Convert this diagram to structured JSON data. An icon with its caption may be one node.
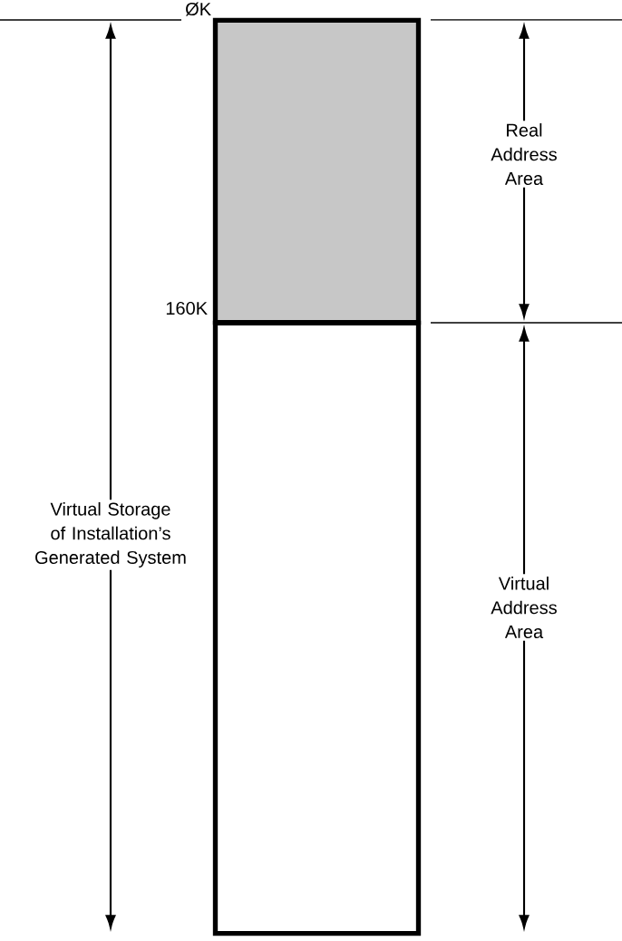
{
  "diagram": {
    "nodes": [
      {
        "text": [],
        "shape": "box"
      },
      {
        "text": [],
        "shape": "box"
      }
    ],
    "labels": [
      "ØK",
      "160K",
      "Real Address Area",
      "Virtual Storage of Installation’s Generated System",
      "Virtual Address Area"
    ]
  }
}
